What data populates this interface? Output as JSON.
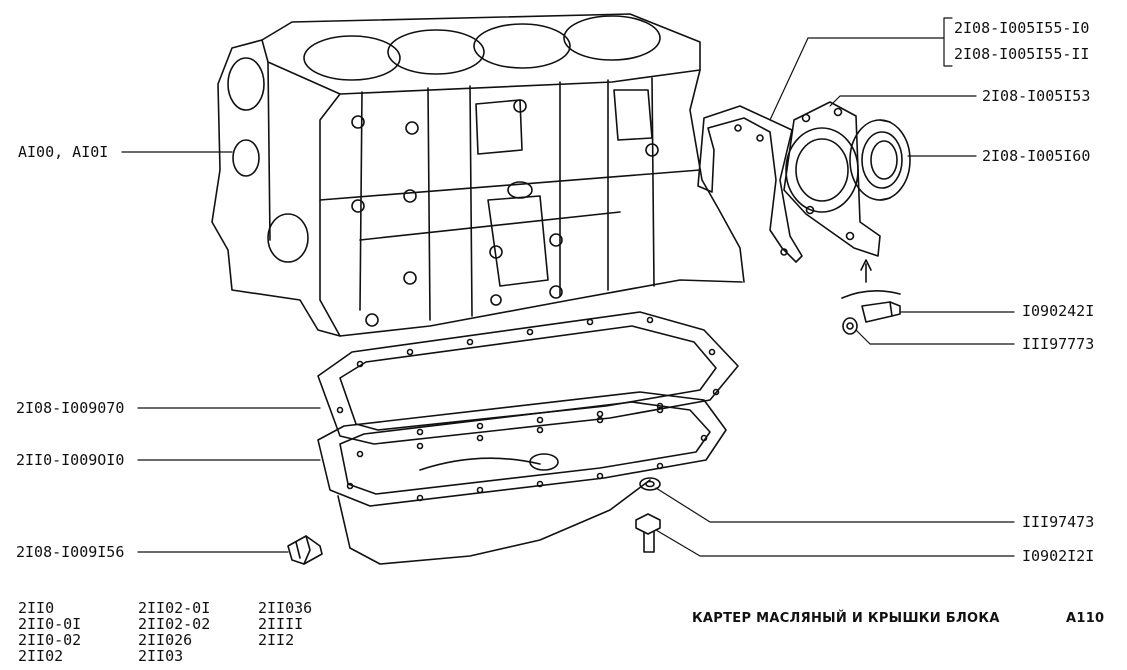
{
  "labels": {
    "block": "AI00, AI0I",
    "seal_gasket_a": "2I08-I005I55-I0",
    "seal_gasket_b": "2I08-I005I55-II",
    "cover": "2I08-I005I53",
    "oil_seal": "2I08-I005I60",
    "bolt": "I090242I",
    "washer": "III97773",
    "pan_gasket": "2I08-I009070",
    "oil_pan": "2II0-I009OI0",
    "drain_plug": "2I08-I009I56",
    "drain_washer": "III97473",
    "drain_bolt": "I0902I2I"
  },
  "models": {
    "col1": [
      "2II0",
      "2II0-0I",
      "2II0-02",
      "2II02"
    ],
    "col2": [
      "2II02-0I",
      "2II02-02",
      "2II026",
      "2II03"
    ],
    "col3": [
      "2II036",
      "2IIII",
      "2II2"
    ]
  },
  "title": "КАРТЕР МАСЛЯНЫЙ И КРЫШКИ БЛОКА",
  "code": "A110",
  "colors": {
    "ink": "#111111",
    "paper": "#ffffff"
  }
}
